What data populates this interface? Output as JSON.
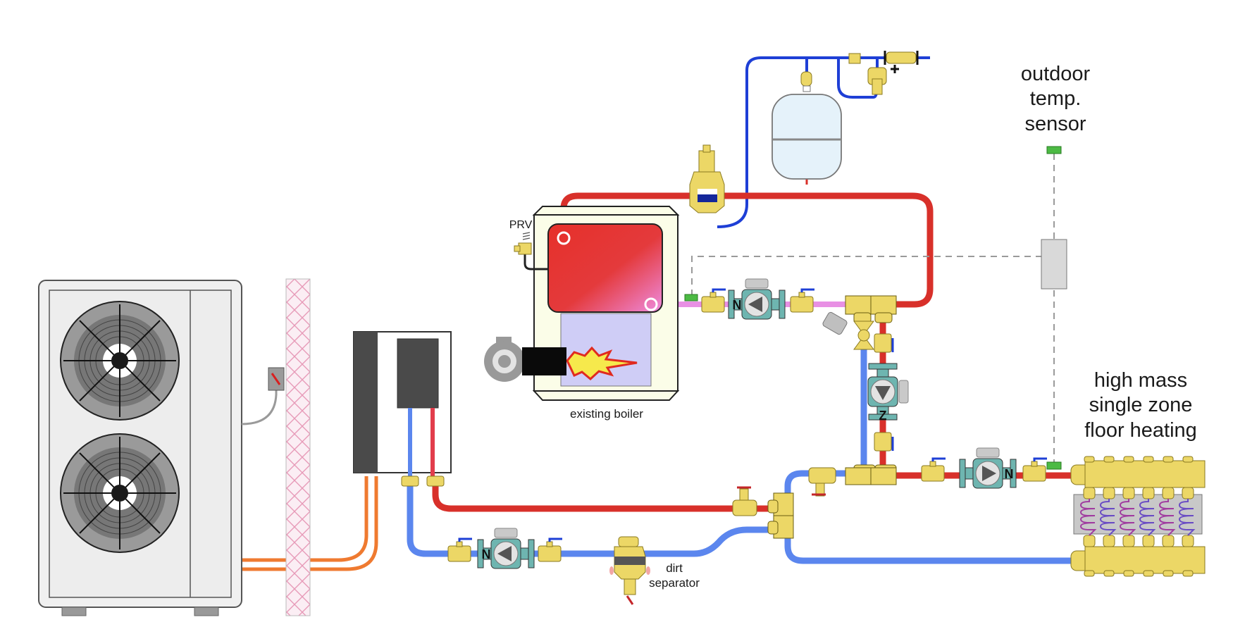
{
  "diagram": {
    "type": "hydronic piping schematic",
    "labels": {
      "outdoor_sensor": "outdoor\ntemp.\nsensor",
      "floor_heating": "high mass\nsingle zone\nfloor heating",
      "existing_boiler": "existing boiler",
      "prv": "PRV",
      "dirt_separator": "dirt\nseparator"
    },
    "components": [
      {
        "id": "heat-pump-outdoor-unit",
        "fans": 2
      },
      {
        "id": "insulated-wall"
      },
      {
        "id": "disconnect-switch"
      },
      {
        "id": "indoor-hydronic-unit"
      },
      {
        "id": "existing-boiler",
        "parts": [
          "heat-exchanger",
          "combustion-chamber",
          "oil-burner",
          "flame"
        ]
      },
      {
        "id": "pressure-relief-valve"
      },
      {
        "id": "air-separator"
      },
      {
        "id": "expansion-tank"
      },
      {
        "id": "make-up-water-assembly"
      },
      {
        "id": "boiler-circulator"
      },
      {
        "id": "heat-pump-circulator"
      },
      {
        "id": "mixing-circulator"
      },
      {
        "id": "floor-circulator"
      },
      {
        "id": "thermostatic-mixing-valve"
      },
      {
        "id": "dirt-separator"
      },
      {
        "id": "controller"
      },
      {
        "id": "outdoor-temperature-sensor"
      },
      {
        "id": "supply-manifold",
        "circuits": 6
      },
      {
        "id": "return-manifold",
        "circuits": 6
      },
      {
        "id": "floor-slab-tubing",
        "circuits": 6
      }
    ],
    "colors": {
      "supply_hot": "#d8302a",
      "return_cool": "#5b86ee",
      "make_up_water": "#1e3fd6",
      "boiler_outlet": "#e890e4",
      "refrigerant": "#ef7a30",
      "brass": "#ecd766",
      "circulator_body": "#6eb5b0",
      "control_wire": "#9a9a9a",
      "sensor": "#4cba44"
    }
  }
}
